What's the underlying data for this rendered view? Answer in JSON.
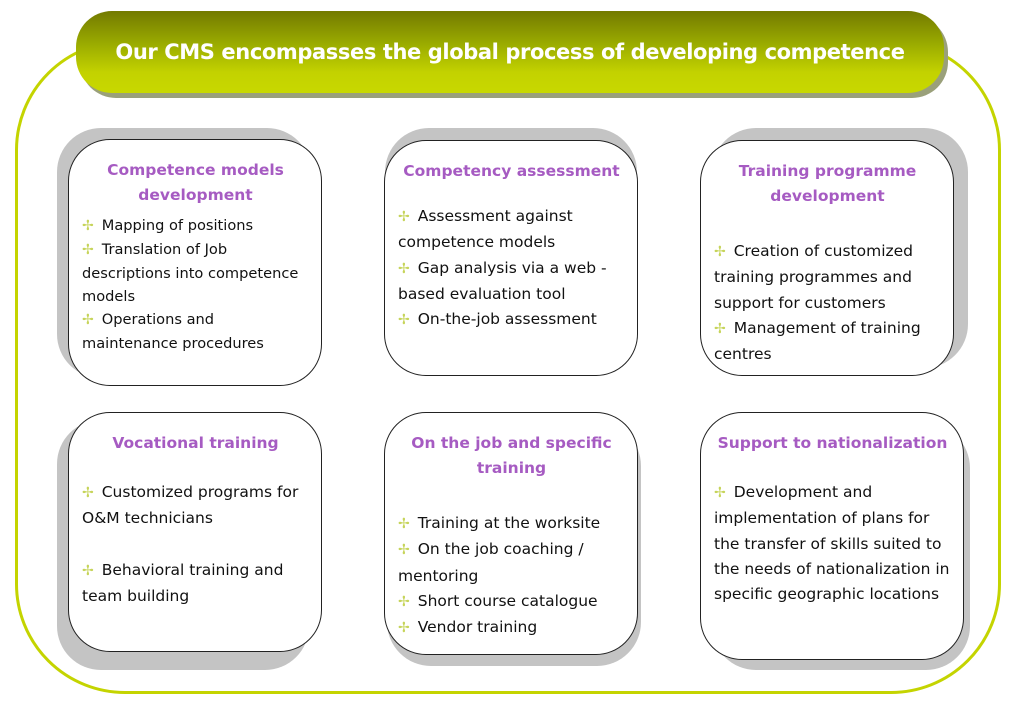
{
  "header": {
    "title": "Our CMS encompasses the global process of developing competence"
  },
  "colors": {
    "frame": "#c4d400",
    "banner_top": "#737a00",
    "banner_bottom": "#c8d800",
    "card_title": "#a65bc2",
    "bullet": "#c6d45a",
    "card_shadow": "#c4c4c4"
  },
  "bullet_icon": "✢",
  "cards": [
    {
      "title": "Competence models development",
      "items": [
        "Mapping of positions",
        "Translation of Job descriptions into competence models",
        "Operations and maintenance procedures"
      ]
    },
    {
      "title": "Competency assessment",
      "items": [
        "Assessment against competence models",
        "Gap analysis via a web - based evaluation tool",
        "On-the-job assessment"
      ]
    },
    {
      "title": "Training programme development",
      "items": [
        "Creation of customized training programmes and support for customers",
        "Management of training centres"
      ]
    },
    {
      "title": "Vocational training",
      "items": [
        "Customized programs for O&M technicians",
        "Behavioral training and team building"
      ]
    },
    {
      "title": "On the job and specific training",
      "items": [
        "Training at the worksite",
        "On the job coaching / mentoring",
        "Short course catalogue",
        "Vendor training"
      ]
    },
    {
      "title": "Support to nationalization",
      "items": [
        "Development and implementation of plans for the transfer of skills suited to the needs of nationalization in specific geographic locations"
      ]
    }
  ]
}
